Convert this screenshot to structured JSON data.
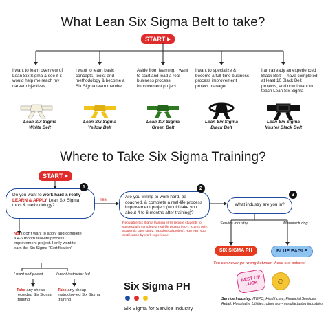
{
  "section1": {
    "title": "What Lean Six Sigma Belt to take?",
    "start_label": "START",
    "options": [
      {
        "text": "I want to learn overview of Lean Six Sigma & see if it would help me reach my career objectives",
        "belt": "Lean Six Sigma\nWhite Belt",
        "color": "#f4f0dc"
      },
      {
        "text": "I want to learn basic concepts, tools, and methodology & become a Six Sigma team member",
        "belt": "Lean Six Sigma\nYellow Belt",
        "color": "#f0c419"
      },
      {
        "text": "Aside from learning, I want to start and lead a real business process improvement project",
        "belt": "Lean Six Sigma\nGreen Belt",
        "color": "#2f7a21"
      },
      {
        "text": "I want to specialize & become a full-time business process improvement project manager",
        "belt": "Lean Six Sigma\nBlack Belt",
        "color": "#111111"
      },
      {
        "text": "I am already an experienced Black Belt - I have completed at least 10 Black Belt projects, and now I want to teach Lean Six Sigma",
        "belt": "Lean Six Sigma\nMaster Black Belt",
        "color": "#111111"
      }
    ]
  },
  "section2": {
    "title": "Where to Take Six Sigma Training?",
    "start_label": "START",
    "q1_prefix": "Do you want to ",
    "q1_bold1": "work hard",
    "q1_mid": " & ",
    "q1_bold2": "really",
    "q1_red": "LEARN & APPLY",
    "q1_suffix": " Lean Six Sigma tools & methodology?",
    "q1_num": "1",
    "yes_label": "Yes",
    "q2": "Are you willing to work hard, be coached, & complete a real-life process improvement project (would take you about 4 to 6 months after training)?",
    "q2_num": "2",
    "q2_note": "Reputable Six Sigma training firms require students to successfully complete a real-life project (NOT: exams only, academic case study, hypothetical project). You earn your certification by work experience.",
    "q3": "What industry are you in?",
    "q3_num": "3",
    "service_label": "Service Industry",
    "manufacturing_label": "Manufacturing",
    "answer_service": "SIX SIGMA PH",
    "answer_manufacturing": "BLUE EAGLE",
    "never_wrong": "You can never go wrong between these two options!",
    "no_bold": "No,",
    "no_text": " I don't want to apply and complete a 4-6 month real-life process improvement project. I only want to earn the Six Sigma \"Certification\"",
    "self_paced": "I want self-paced",
    "instructor_led": "I want instructor-led",
    "take_cheap1_red": "Take",
    "take_cheap1": " any cheap recorded Six Sigma training",
    "take_cheap2_red": "Take",
    "take_cheap2": " any cheap instructor-led Six Sigma training",
    "brand_name": "Six Sigma PH",
    "brand_tagline": "Six Sigma for Service Industry",
    "sticker_text": "BEST OF LUCK",
    "footnote_label": "Service Industry:",
    "footnote_text": " ITBPO, Healthcare, Financial Services, Retail, Hospitality, Utilities, other non-manufacturing industries",
    "colors": {
      "red": "#e02b2b",
      "blue": "#1f4aa0",
      "yellow": "#f2c419"
    }
  }
}
